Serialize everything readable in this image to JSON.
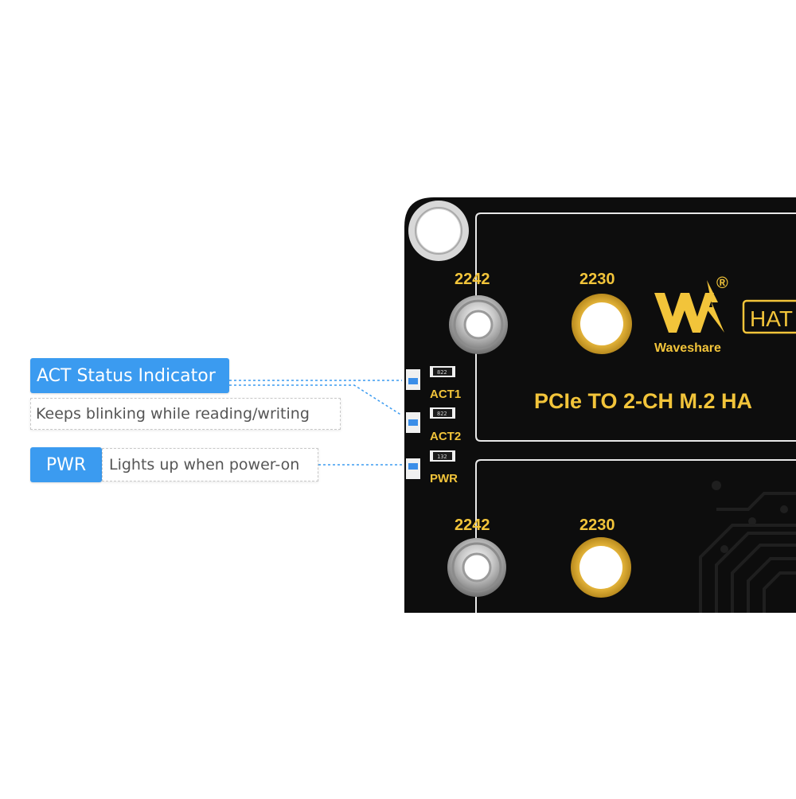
{
  "callouts": {
    "act": {
      "title": "ACT Status Indicator",
      "description": "Keeps blinking while reading/writing"
    },
    "pwr": {
      "title": "PWR",
      "description": "Lights up when power-on"
    }
  },
  "board": {
    "brand": "Waveshare",
    "registered_mark": "®",
    "hat_label": "HAT",
    "product_title": "PCIe TO 2-CH M.2 HA",
    "slot_top": {
      "label_a": "2242",
      "label_b": "2230"
    },
    "slot_bottom": {
      "label_a": "2242",
      "label_b": "2230"
    },
    "led_labels": [
      "ACT1",
      "ACT2",
      "PWR"
    ],
    "resistor_code": "822",
    "resistor_code_pwr": "132"
  },
  "colors": {
    "pcb": "#0d0d0d",
    "silkscreen_gold": "#f2c43a",
    "callout_blue": "#3b9bf0",
    "leader_line": "#3b9bf0",
    "silkscreen_white": "#e8e8e8"
  }
}
